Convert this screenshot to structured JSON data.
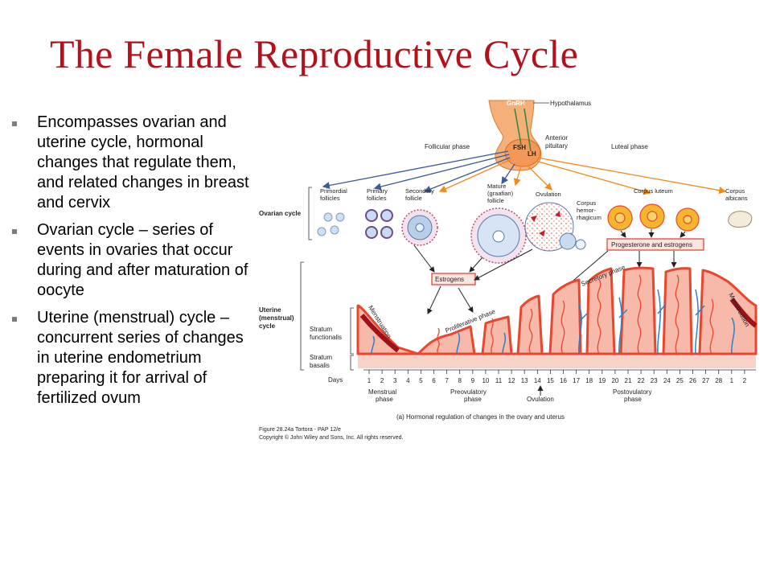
{
  "slide": {
    "title": "The Female Reproductive Cycle",
    "bullets": [
      "Encompasses ovarian and uterine cycle, hormonal changes that regulate them, and related changes in breast and cervix",
      "Ovarian cycle – series of events in ovaries that occur during and after maturation of oocyte",
      "Uterine (menstrual) cycle – concurrent series of changes in uterine endometrium preparing it for arrival of fertilized ovum"
    ]
  },
  "figure": {
    "hypothalamus": {
      "gnrh": "GnRH",
      "label": "Hypothalamus"
    },
    "pituitary": {
      "fsh": "FSH",
      "lh": "LH",
      "label_line1": "Anterior",
      "label_line2": "pituitary"
    },
    "phases": {
      "follicular": "Follicular phase",
      "luteal": "Luteal phase"
    },
    "ovarian_cycle_label": "Ovarian cycle",
    "follicles": [
      {
        "line1": "Primordial",
        "line2": "follicles",
        "line3": ""
      },
      {
        "line1": "Primary",
        "line2": "follicles",
        "line3": ""
      },
      {
        "line1": "Secondary",
        "line2": "follicle",
        "line3": ""
      },
      {
        "line1": "Mature",
        "line2": "(graafian)",
        "line3": "follicle"
      },
      {
        "line1": "Ovulation",
        "line2": "",
        "line3": ""
      }
    ],
    "corpus_hemorrhagicum": {
      "line1": "Corpus",
      "line2": "hemor-",
      "line3": "rhagicum"
    },
    "corpus_luteum": "Corpus luteum",
    "corpus_albicans": {
      "line1": "Corpus",
      "line2": "albicans"
    },
    "hormone_boxes": {
      "estrogens": "Estrogens",
      "prog_estrogens": "Progesterone and estrogens"
    },
    "uterine_cycle_label": {
      "line1": "Uterine",
      "line2": "(menstrual)",
      "line3": "cycle"
    },
    "layers": {
      "functionalis_1": "Stratum",
      "functionalis_2": "functionalis",
      "basalis_1": "Stratum",
      "basalis_2": "basalis"
    },
    "endometrium_phases": {
      "menstruation_left": "Menstruation",
      "proliferative": "Proliferative phase",
      "secretory": "Secretory phase",
      "menstruation_right": "Menstruation"
    },
    "days_label": "Days",
    "days": [
      "1",
      "2",
      "3",
      "4",
      "5",
      "6",
      "7",
      "8",
      "9",
      "10",
      "11",
      "12",
      "13",
      "14",
      "15",
      "16",
      "17",
      "18",
      "19",
      "20",
      "21",
      "22",
      "23",
      "24",
      "25",
      "26",
      "27",
      "28",
      "1",
      "2"
    ],
    "day_phases": {
      "menstrual_1": "Menstrual",
      "menstrual_2": "phase",
      "preovulatory_1": "Preovulatory",
      "preovulatory_2": "phase",
      "ovulation": "Ovulation",
      "postovulatory_1": "Postovulatory",
      "postovulatory_2": "phase"
    },
    "caption": "(a) Hormonal regulation of changes in the ovary and uterus",
    "credit_1": "Figure 28.24a  Tortora - PAP 12/e",
    "credit_2": "Copyright © John Wiley and Sons, Inc. All rights reserved."
  },
  "colors": {
    "title": "#b3121d",
    "tissue": "#e8472f",
    "tissue_fill": "#f7b9a9",
    "vessel": "#2e7fc4",
    "arrow_blue": "#3d5a99",
    "arrow_orange": "#f08a1c",
    "box_border": "#d93c2e"
  }
}
